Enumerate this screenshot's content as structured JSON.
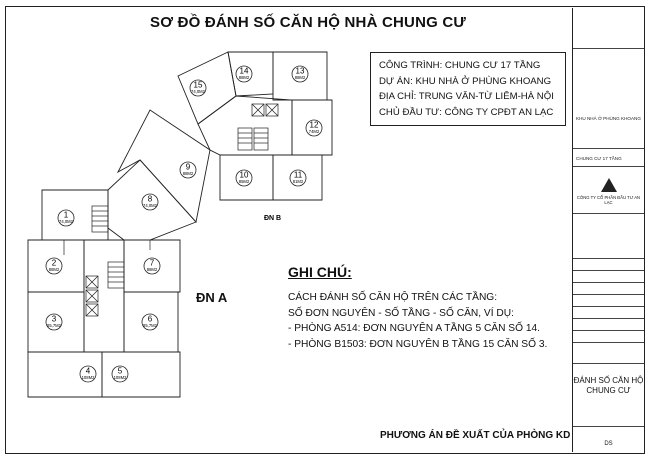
{
  "title": "SƠ ĐỒ ĐÁNH SỐ CĂN HỘ NHÀ CHUNG CƯ",
  "project_info": [
    "CÔNG TRÌNH: CHUNG CƯ 17 TẦNG",
    "DỰ ÁN: KHU NHÀ Ở PHÙNG KHOANG",
    "ĐỊA CHỈ: TRUNG VĂN-TỪ LIÊM-HÀ NỘI",
    "CHỦ ĐẦU TƯ: CÔNG TY CPĐT AN LẠC"
  ],
  "notes_title": "GHI CHÚ:",
  "notes": [
    "CÁCH ĐÁNH SỐ CĂN HỘ TRÊN CÁC TẦNG:",
    "SỐ ĐƠN NGUYÊN - SỐ TẦNG - SỐ CĂN, VÍ DỤ:",
    "- PHÒNG A514: ĐƠN NGUYÊN A TẦNG 5 CĂN SỐ 14.",
    "- PHÒNG B1503: ĐƠN NGUYÊN B TẦNG 15 CĂN SỐ 3."
  ],
  "block_label_a": "ĐN A",
  "block_label_b": "ĐN B",
  "footer": "PHƯƠNG ÁN ĐỀ XUẤT CỦA PHÒNG KD",
  "units": [
    {
      "num": "1",
      "area": "74,0M2"
    },
    {
      "num": "2",
      "area": "88M2"
    },
    {
      "num": "3",
      "area": "85,7M2"
    },
    {
      "num": "4",
      "area": "108M2"
    },
    {
      "num": "5",
      "area": "108M2"
    },
    {
      "num": "6",
      "area": "85,7M2"
    },
    {
      "num": "7",
      "area": "88M2"
    },
    {
      "num": "8",
      "area": "74,0M2"
    },
    {
      "num": "9",
      "area": "88M2"
    },
    {
      "num": "10",
      "area": "85M2"
    },
    {
      "num": "11",
      "area": "81M2"
    },
    {
      "num": "12",
      "area": "74M2"
    },
    {
      "num": "13",
      "area": "88M2"
    },
    {
      "num": "14",
      "area": "88M2"
    },
    {
      "num": "15",
      "area": "74,0M2"
    }
  ],
  "title_block": {
    "project": "KHU NHÀ Ở PHÙNG KHOANG",
    "building": "CHUNG CƯ 17 TẦNG",
    "company": "CÔNG TY CỔ PHẦN ĐẦU TƯ AN LẠC",
    "drawing_name": "ĐÁNH SỐ CĂN HỘ CHUNG CƯ",
    "code": "DS"
  },
  "colors": {
    "line": "#222222",
    "background": "#ffffff"
  }
}
